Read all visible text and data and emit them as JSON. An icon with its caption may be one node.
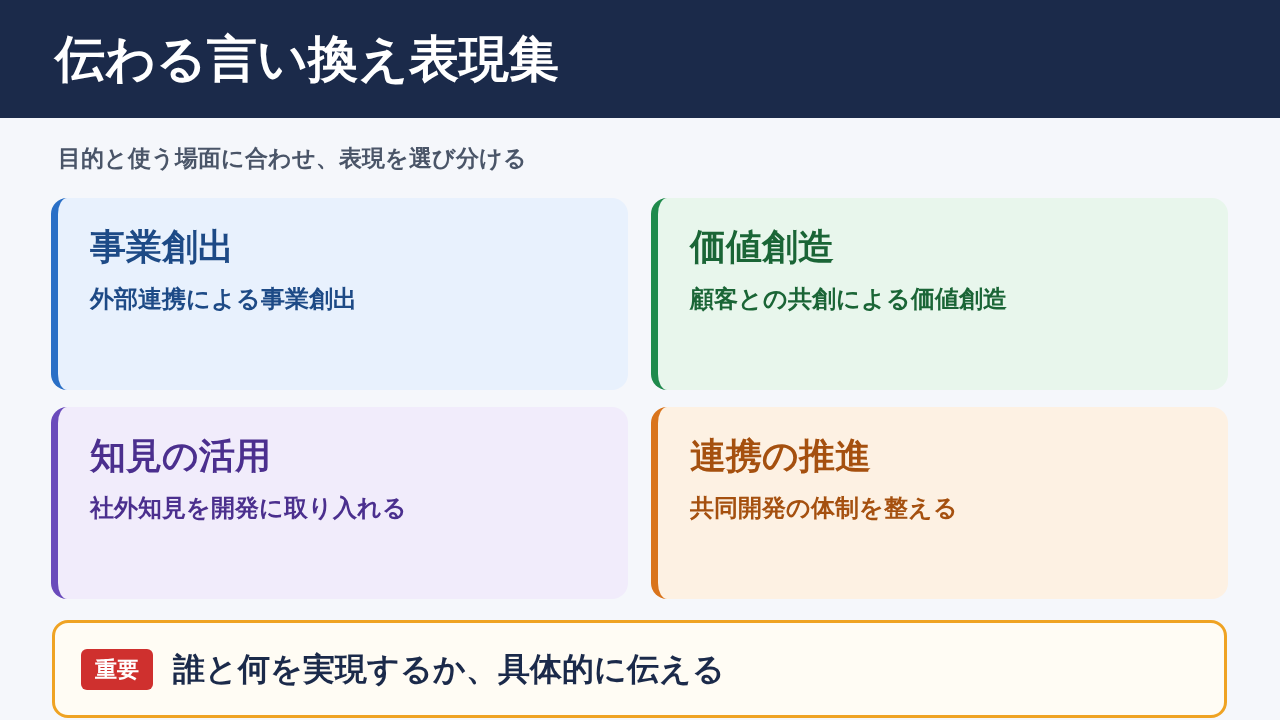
{
  "diagram": {
    "title": "伝わる言い換え表現集",
    "nodes": [
      {
        "text": [
          "事業創出",
          "外部連携による事業創出"
        ]
      },
      {
        "text": [
          "価値創造",
          "顧客との共創による価値創造"
        ]
      },
      {
        "text": [
          "知見の活用",
          "社外知見を開発に取り入れる"
        ]
      },
      {
        "text": [
          "連携の推進",
          "共同開発の体制を整える"
        ]
      },
      {
        "text": [
          "誰と何を実現するか、具体的に伝える"
        ]
      },
      {
        "text": [
          "重要"
        ],
        "in": 4
      }
    ],
    "labels": [
      "目的と使う場面に合わせ、表現を選び分ける"
    ]
  }
}
